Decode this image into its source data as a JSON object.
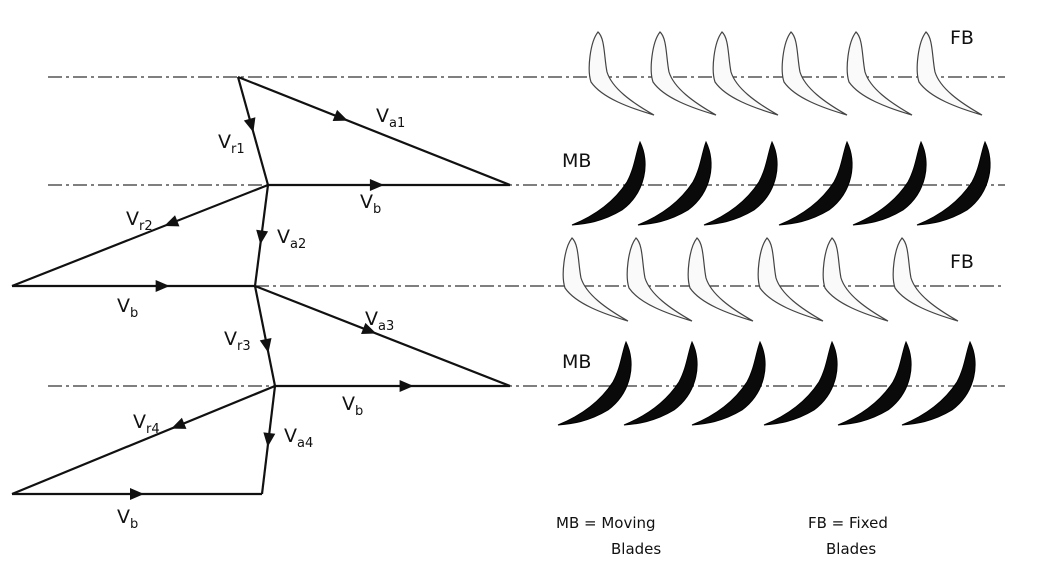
{
  "vectors": {
    "va1": {
      "base": "V",
      "sub": "a1"
    },
    "vr1": {
      "base": "V",
      "sub": "r1"
    },
    "vb1": {
      "base": "V",
      "sub": "b"
    },
    "vr2": {
      "base": "V",
      "sub": "r2"
    },
    "va2": {
      "base": "V",
      "sub": "a2"
    },
    "vb2": {
      "base": "V",
      "sub": "b"
    },
    "va3": {
      "base": "V",
      "sub": "a3"
    },
    "vr3": {
      "base": "V",
      "sub": "r3"
    },
    "vb3": {
      "base": "V",
      "sub": "b"
    },
    "vr4": {
      "base": "V",
      "sub": "r4"
    },
    "va4": {
      "base": "V",
      "sub": "a4"
    },
    "vb4": {
      "base": "V",
      "sub": "b"
    }
  },
  "rows": {
    "fb1": "FB",
    "mb1": "MB",
    "fb2": "FB",
    "mb2": "MB"
  },
  "legend": {
    "mb_line1": "MB = Moving",
    "mb_line2": "Blades",
    "fb_line1": "FB = Fixed",
    "fb_line2": "Blades"
  }
}
